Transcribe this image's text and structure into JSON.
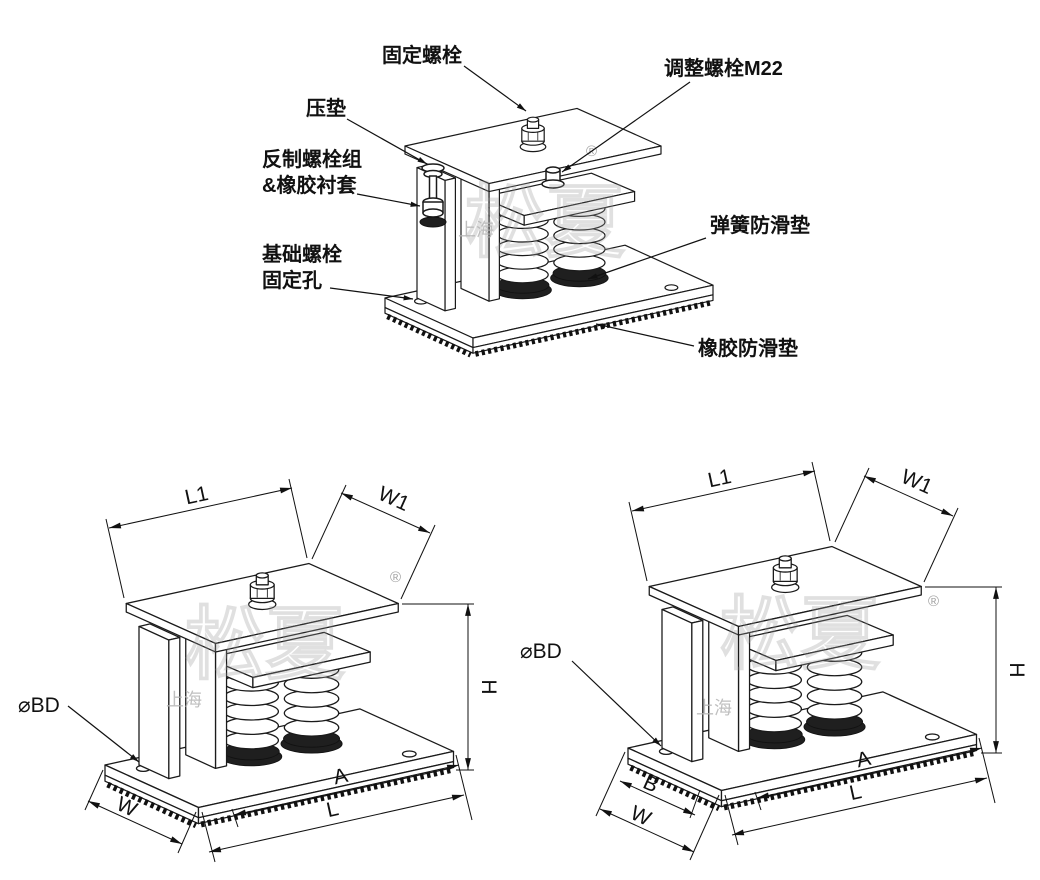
{
  "callouts": {
    "fixing_bolt": "固定螺栓",
    "adjust_bolt": "调整螺栓M22",
    "pressure_pad": "压垫",
    "counter_bolt_group": "反制螺栓组",
    "rubber_bushing": "&橡胶衬套",
    "foundation_bolt": "基础螺栓",
    "fixing_hole": "固定孔",
    "spring_antislip_pad": "弹簧防滑垫",
    "rubber_antislip_pad": "橡胶防滑垫"
  },
  "dimensions": {
    "L1": "L1",
    "W1": "W1",
    "H": "H",
    "A": "A",
    "L": "L",
    "W": "W",
    "B": "B",
    "BD": "⌀BD"
  },
  "watermark": {
    "brand": "松夏",
    "city": "上海",
    "registered": "®"
  }
}
